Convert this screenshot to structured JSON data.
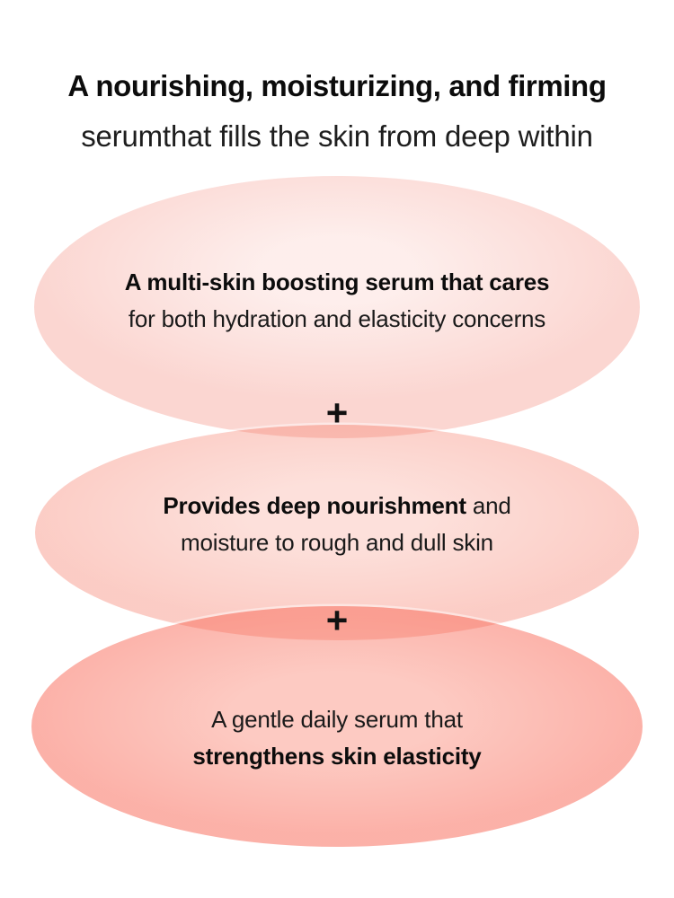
{
  "headline": {
    "line1_bold": "A nourishing, moisturizing, and firming",
    "line2": "serumthat fills the skin from deep within"
  },
  "plus": "+",
  "bubbles": [
    {
      "line1_bold": "A multi-skin boosting serum that cares",
      "line2": "for both hydration and elasticity concerns"
    },
    {
      "line1_bold": "Provides deep nourishment",
      "line1_regular": " and",
      "line2": "moisture to rough and dull skin"
    },
    {
      "line1": "A gentle daily serum that",
      "line2_bold": "strengthens skin elasticity"
    }
  ],
  "colors": {
    "background": "#ffffff",
    "ellipse_light": "#fde9e6",
    "ellipse_medium": "#fcd6cf",
    "ellipse_deep": "#fcc0b7",
    "overlap_band_1": "#fbccc5",
    "overlap_band_2": "#f9b6ad",
    "text": "#141414"
  }
}
